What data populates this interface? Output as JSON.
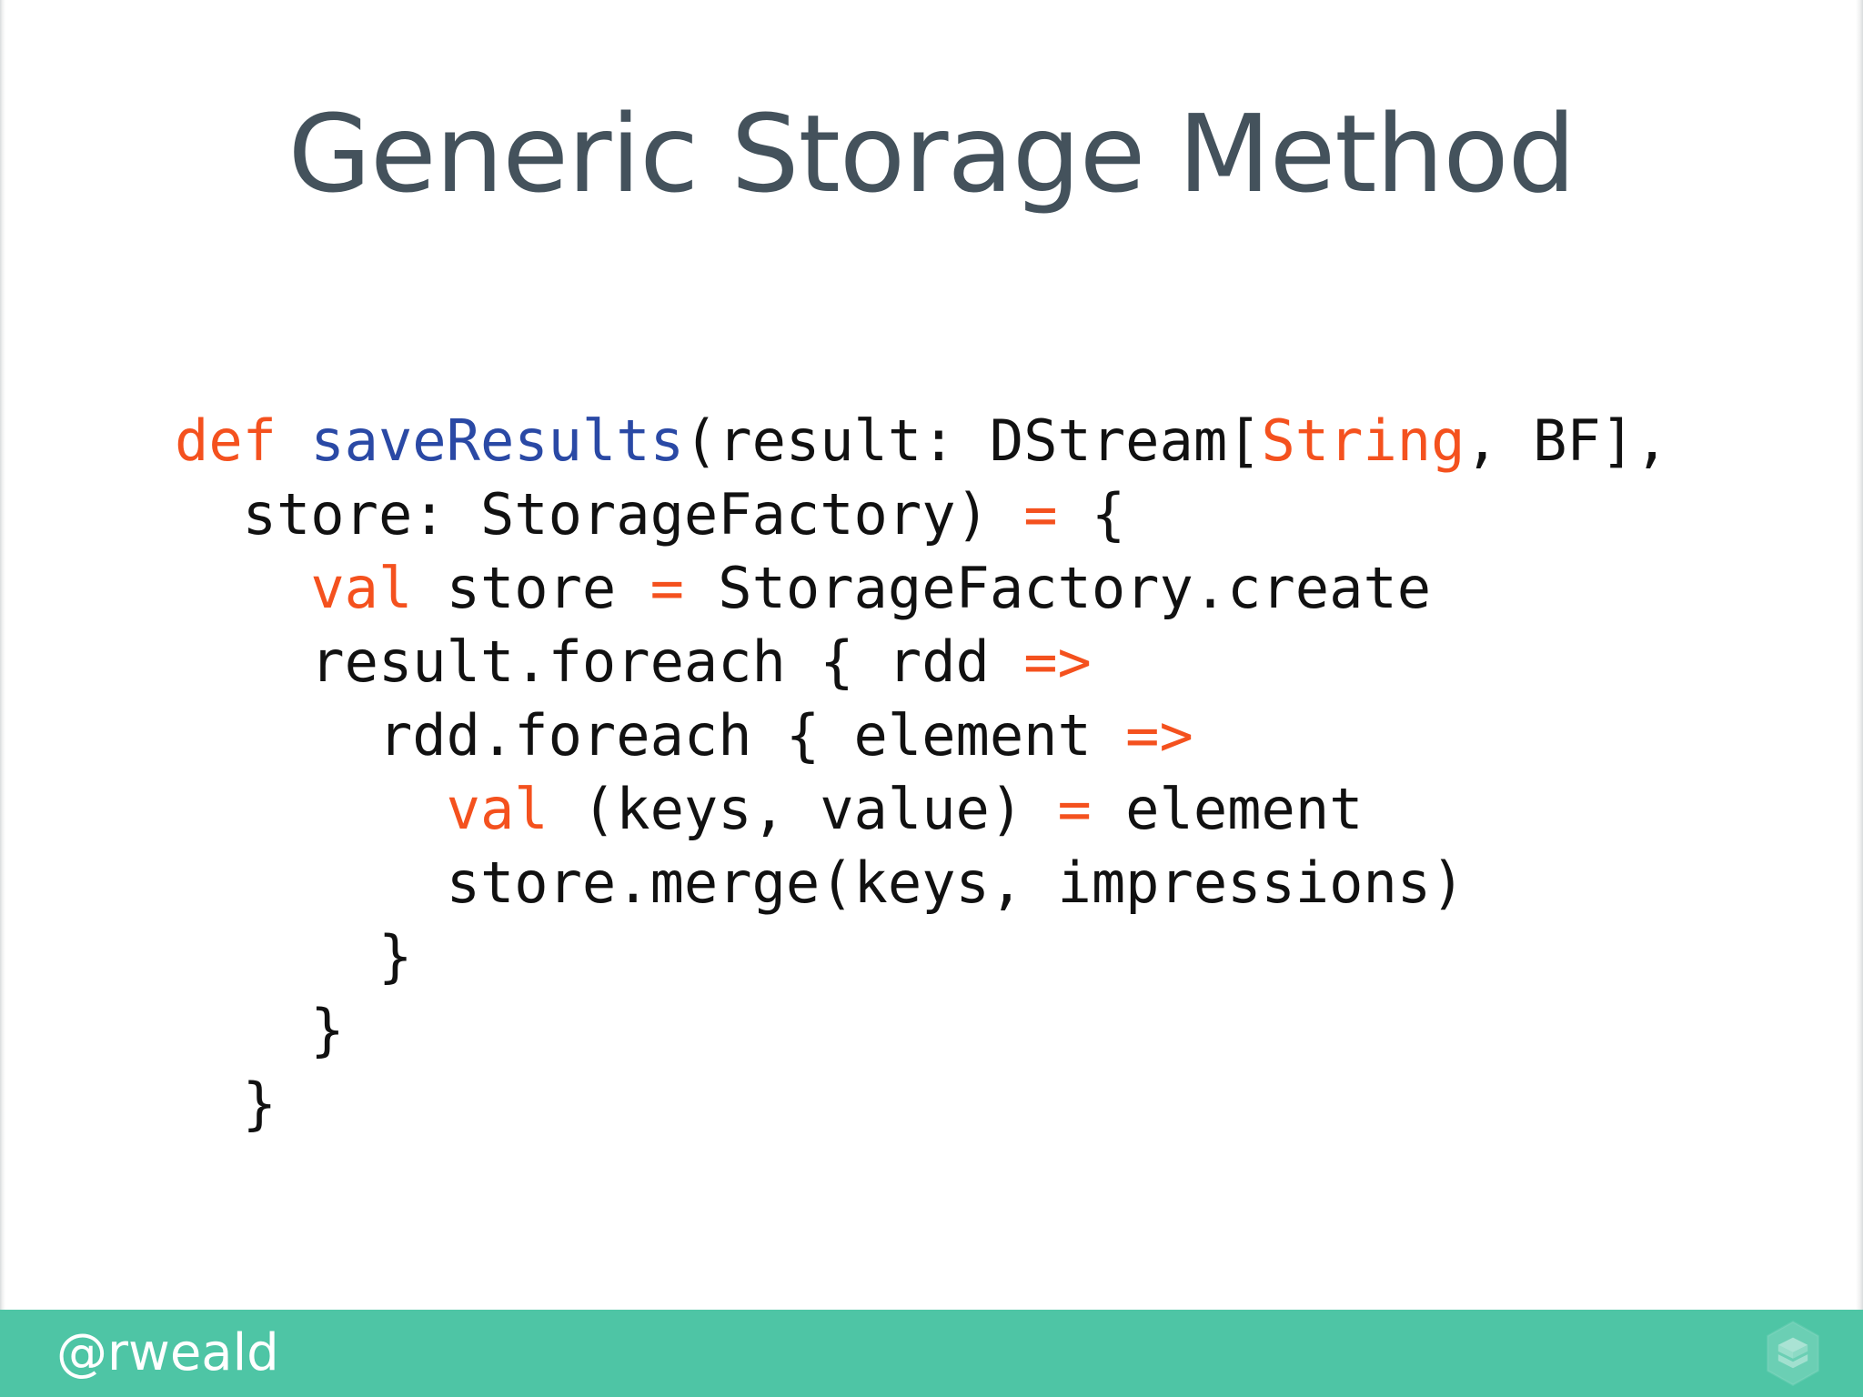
{
  "slide": {
    "title": "Generic Storage Method",
    "title_color": "#44525C",
    "background_color": "#ffffff"
  },
  "code": {
    "language": "scala",
    "colors": {
      "plain": "#111111",
      "keyword": "#F4511E",
      "function": "#2A49A5",
      "type": "#F4511E",
      "operator": "#F4511E"
    },
    "lines": [
      {
        "tokens": [
          {
            "text": "def",
            "kind": "keyword"
          },
          {
            "text": " ",
            "kind": "plain"
          },
          {
            "text": "saveResults",
            "kind": "function"
          },
          {
            "text": "(result: DStream[",
            "kind": "plain"
          },
          {
            "text": "String",
            "kind": "type"
          },
          {
            "text": ", BF],",
            "kind": "plain"
          }
        ]
      },
      {
        "tokens": [
          {
            "text": "  store: StorageFactory) ",
            "kind": "plain"
          },
          {
            "text": "=",
            "kind": "operator"
          },
          {
            "text": " {",
            "kind": "plain"
          }
        ]
      },
      {
        "tokens": [
          {
            "text": "    ",
            "kind": "plain"
          },
          {
            "text": "val",
            "kind": "keyword"
          },
          {
            "text": " store ",
            "kind": "plain"
          },
          {
            "text": "=",
            "kind": "operator"
          },
          {
            "text": " StorageFactory.create",
            "kind": "plain"
          }
        ]
      },
      {
        "tokens": [
          {
            "text": "    result.foreach { rdd ",
            "kind": "plain"
          },
          {
            "text": "=>",
            "kind": "operator"
          }
        ]
      },
      {
        "tokens": [
          {
            "text": "      rdd.foreach { element ",
            "kind": "plain"
          },
          {
            "text": "=>",
            "kind": "operator"
          }
        ]
      },
      {
        "tokens": [
          {
            "text": "        ",
            "kind": "plain"
          },
          {
            "text": "val",
            "kind": "keyword"
          },
          {
            "text": " (keys, value) ",
            "kind": "plain"
          },
          {
            "text": "=",
            "kind": "operator"
          },
          {
            "text": " element",
            "kind": "plain"
          }
        ]
      },
      {
        "tokens": [
          {
            "text": "        store.merge(keys, impressions)",
            "kind": "plain"
          }
        ]
      },
      {
        "tokens": [
          {
            "text": "      }",
            "kind": "plain"
          }
        ]
      },
      {
        "tokens": [
          {
            "text": "    }",
            "kind": "plain"
          }
        ]
      },
      {
        "tokens": [
          {
            "text": "  }",
            "kind": "plain"
          }
        ]
      }
    ]
  },
  "footer": {
    "handle": "@rweald",
    "background_color": "#4EC5A5",
    "text_color": "#ffffff",
    "logo_name": "speakerdeck-logo"
  }
}
